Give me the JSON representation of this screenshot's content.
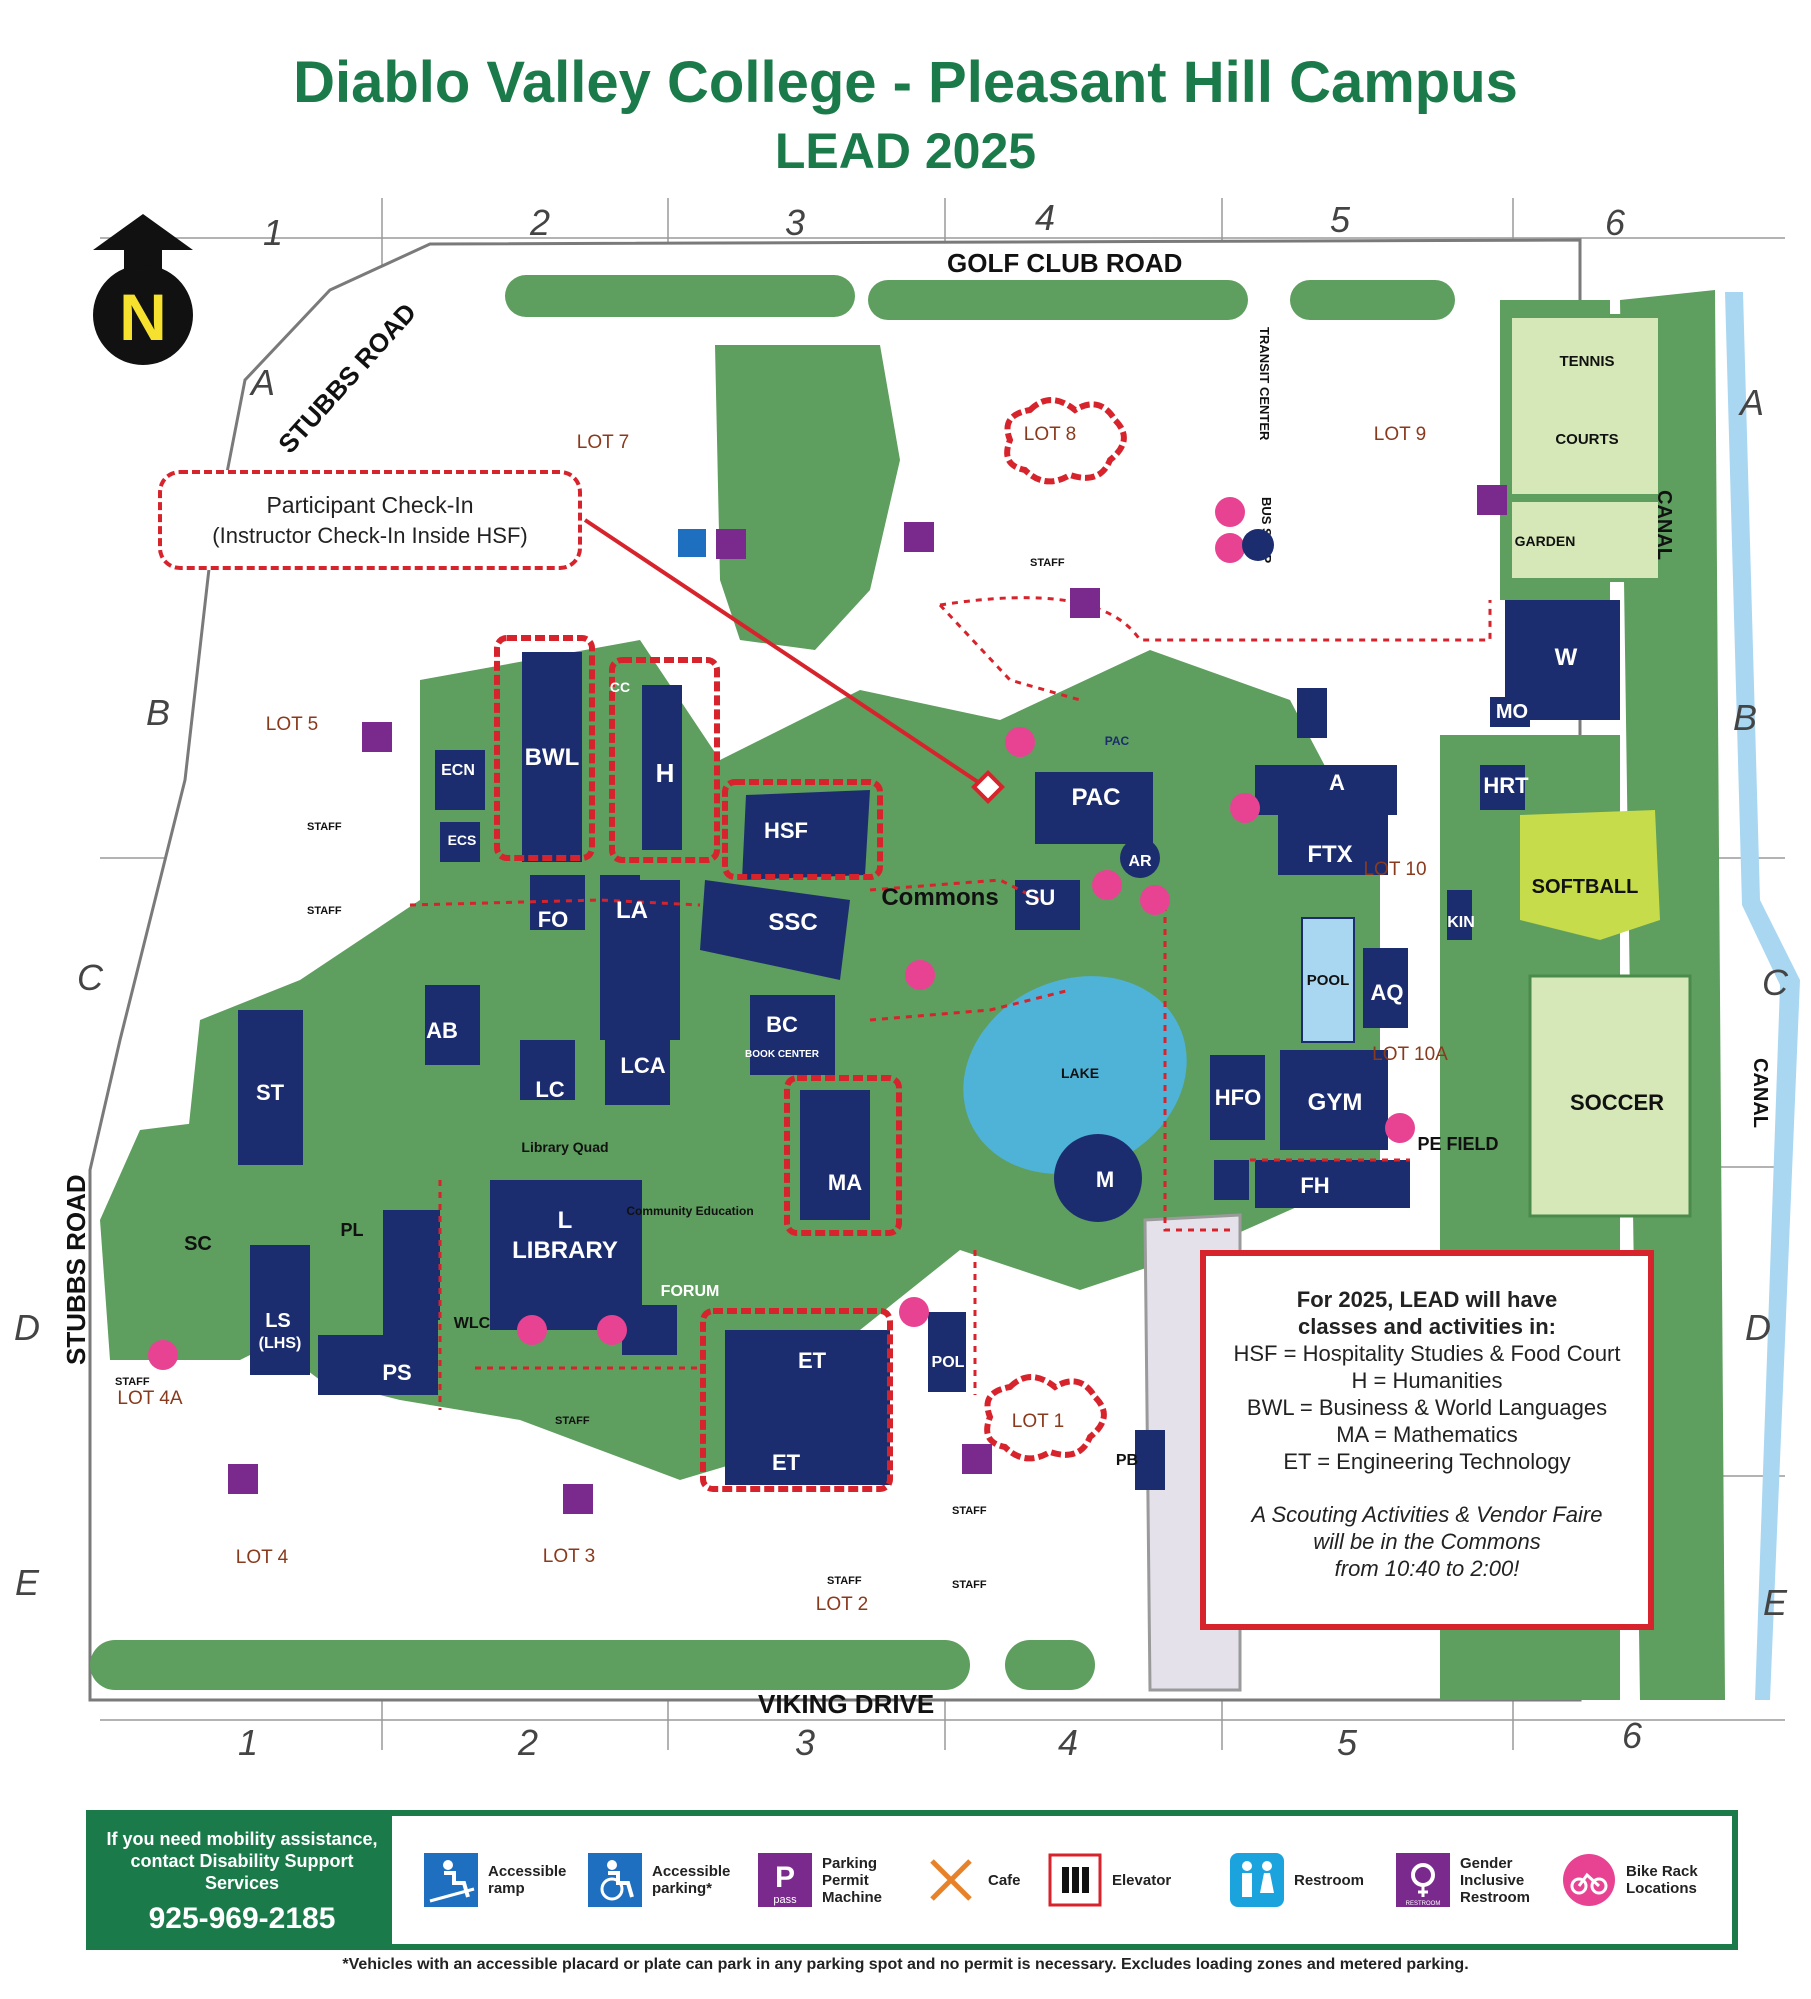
{
  "title": "Diablo Valley College - Pleasant Hill Campus",
  "subtitle": "LEAD 2025",
  "north": "N",
  "roads": {
    "golf_club": "GOLF CLUB ROAD",
    "stubbs_top": "STUBBS ROAD",
    "stubbs_left": "STUBBS ROAD",
    "viking": "VIKING DRIVE",
    "canal_top": "CANAL",
    "canal_bottom": "CANAL",
    "transit": "TRANSIT CENTER",
    "bus_stop": "BUS STOP"
  },
  "grid": {
    "cols": [
      "1",
      "2",
      "3",
      "4",
      "5",
      "6"
    ],
    "rows": [
      "A",
      "B",
      "C",
      "D",
      "E"
    ]
  },
  "lots": {
    "lot7": "LOT 7",
    "lot8": "LOT 8",
    "lot9": "LOT 9",
    "lot5": "LOT 5",
    "lot10": "LOT 10",
    "lot10a": "LOT 10A",
    "lot4a": "LOT 4A",
    "lot1": "LOT 1",
    "lot4": "LOT 4",
    "lot3": "LOT 3",
    "lot2": "LOT 2"
  },
  "staff_label": "STAFF",
  "buildings": {
    "bwl": "BWL",
    "h": "H",
    "cc": "CC",
    "ecn": "ECN",
    "ecs": "ECS",
    "hsf": "HSF",
    "pac": "PAC",
    "pac_small": "PAC",
    "ar": "AR",
    "a_top": "A",
    "a_main": "A",
    "ftx": "FTX",
    "w": "W",
    "mo": "MO",
    "hrt": "HRT",
    "softball": "SOFTBALL",
    "tennis": "TENNIS",
    "courts": "COURTS",
    "garden": "GARDEN",
    "fo": "FO",
    "la": "LA",
    "ssc": "SSC",
    "commons": "Commons",
    "su": "SU",
    "kin": "KIN",
    "pool": "POOL",
    "aq": "AQ",
    "ab": "AB",
    "lc": "LC",
    "lca": "LCA",
    "bc": "BC",
    "book_center": "BOOK CENTER",
    "lake": "LAKE",
    "hfo": "HFO",
    "gym": "GYM",
    "pe_field": "PE FIELD",
    "soccer": "SOCCER",
    "st": "ST",
    "library_quad": "Library Quad",
    "ma": "MA",
    "m": "M",
    "fh": "FH",
    "sc": "SC",
    "pl": "PL",
    "l": "L",
    "library": "LIBRARY",
    "community_ed": "Community Education",
    "forum": "FORUM",
    "ls": "LS",
    "lhs": "(LHS)",
    "wlc": "WLC",
    "ps": "PS",
    "et_top": "ET",
    "et_bottom": "ET",
    "pol": "POL",
    "pb": "PB"
  },
  "checkin": {
    "line1": "Participant Check-In",
    "line2": "(Instructor Check-In Inside HSF)"
  },
  "info": {
    "l1": "For 2025, LEAD will have",
    "l2": "classes and activities in:",
    "l3": "HSF = Hospitality Studies & Food Court",
    "l4": "H = Humanities",
    "l5": "BWL = Business & World Languages",
    "l6": "MA = Mathematics",
    "l7": "ET = Engineering Technology",
    "l8": "A Scouting Activities & Vendor Faire",
    "l9": "will be in the Commons",
    "l10": "from 10:40 to 2:00!"
  },
  "legend": {
    "mobility": "If you need mobility assistance, contact Disability Support Services",
    "phone": "925-969-2185",
    "ramp": "Accessible ramp",
    "parking": "Accessible parking*",
    "permit": "Parking Permit Machine",
    "permit_icon": "pass",
    "cafe": "Cafe",
    "elevator": "Elevator",
    "restroom": "Restroom",
    "gender": "Gender Inclusive Restroom",
    "gender_icon": "RESTROOM",
    "bike": "Bike Rack Locations"
  },
  "footnote": "*Vehicles with an accessible placard or plate can park in any parking spot and no permit is necessary.  Excludes loading zones and metered parking.",
  "colors": {
    "green": "#5e9e5e",
    "navy": "#1b2d6e",
    "title_green": "#1b7a4a",
    "red": "#d7232c",
    "lot_brown": "#8a3a1c",
    "lake": "#4fb3d8",
    "canal": "#a9d7f2",
    "purple": "#7a2a8c",
    "pink": "#e84393",
    "access_blue": "#1e6fc0",
    "lightfield": "#d6e8b8",
    "softball": "#c6dc4a"
  }
}
